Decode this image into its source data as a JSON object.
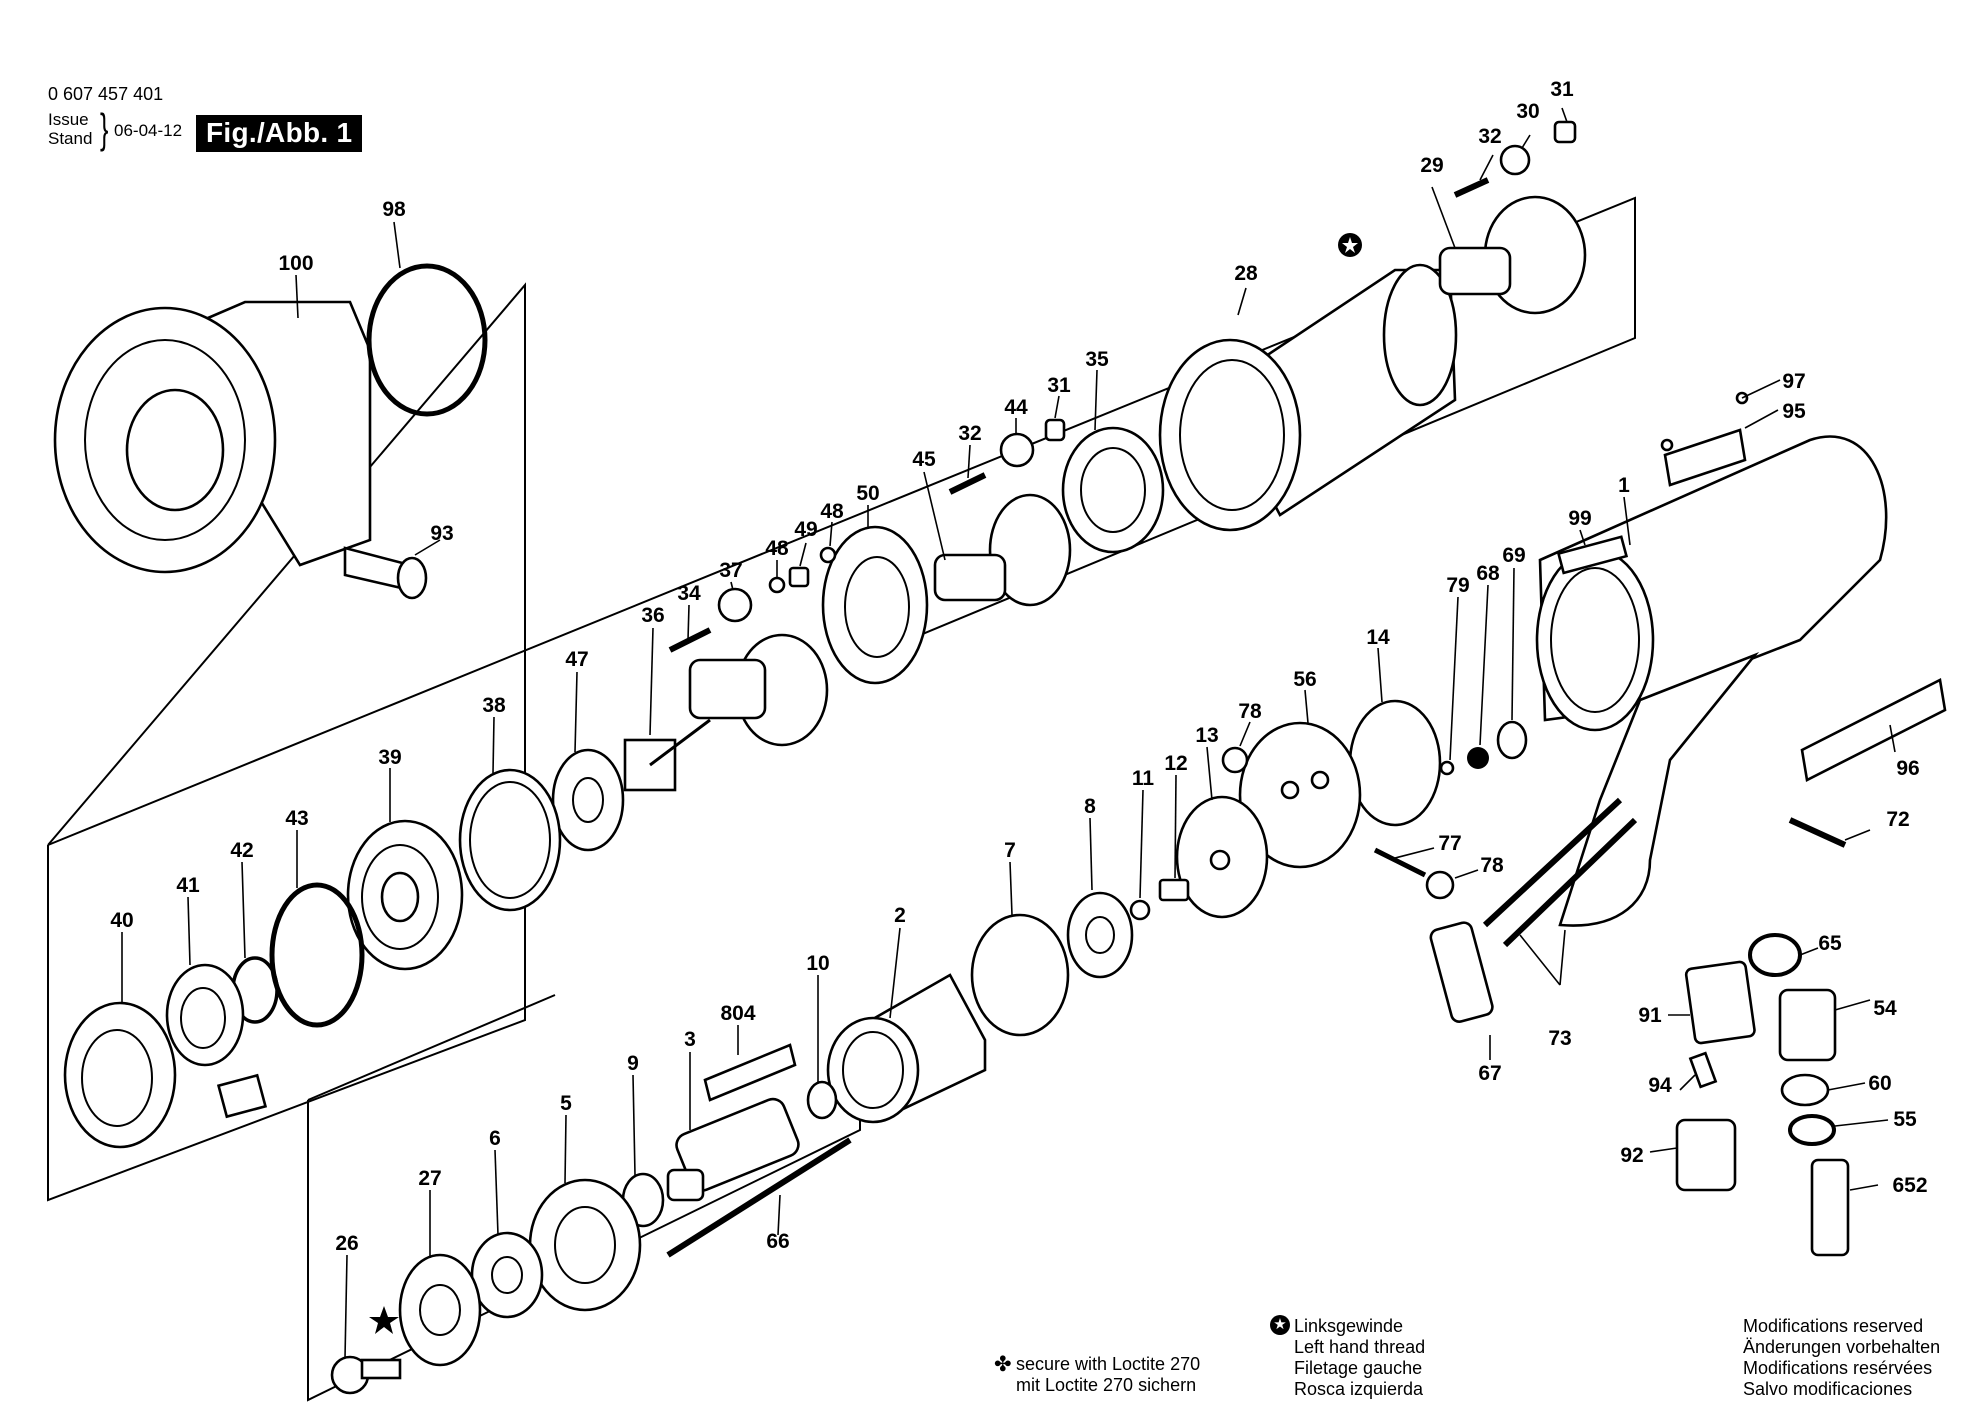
{
  "header": {
    "part_number": "0 607 457 401",
    "issue_en": "Issue",
    "issue_de": "Stand",
    "date": "06-04-12",
    "figure": "Fig./Abb. 1"
  },
  "labels": [
    "98",
    "100",
    "93",
    "31",
    "30",
    "32",
    "29",
    "28",
    "35",
    "31",
    "44",
    "32",
    "45",
    "50",
    "48",
    "49",
    "48",
    "37",
    "34",
    "36",
    "47",
    "38",
    "39",
    "43",
    "42",
    "41",
    "40",
    "97",
    "95",
    "1",
    "99",
    "79",
    "68",
    "69",
    "14",
    "56",
    "78",
    "13",
    "12",
    "11",
    "8",
    "77",
    "78",
    "7",
    "2",
    "10",
    "804",
    "3",
    "9",
    "5",
    "6",
    "27",
    "26",
    "66",
    "96",
    "72",
    "65",
    "54",
    "91",
    "94",
    "60",
    "55",
    "92",
    "652",
    "73",
    "67"
  ],
  "legend_loctite": {
    "line1": "secure with Loctite 270",
    "line2": "mit Loctite 270 sichern"
  },
  "legend_thread": {
    "line1": "Linksgewinde",
    "line2": "Left hand thread",
    "line3": "Filetage gauche",
    "line4": "Rosca izquierda"
  },
  "legend_mods": {
    "line1": "Modifications reserved",
    "line2": "Änderungen vorbehalten",
    "line3": "Modifications resérvées",
    "line4": "Salvo modificaciones"
  },
  "icons": {
    "loctite": "four-leaf-clover-icon",
    "left_thread": "star-in-circle-icon",
    "star": "black-star-icon"
  }
}
